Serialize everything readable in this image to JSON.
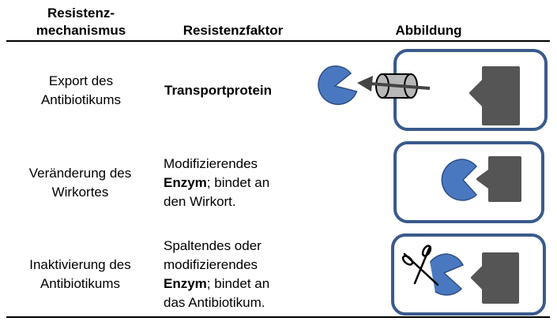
{
  "headers": {
    "mechanism_line1": "Resistenz-",
    "mechanism_line2": "mechanismus",
    "factor": "Resistenzfaktor",
    "figure": "Abbildung"
  },
  "rows": [
    {
      "mechanism_line1": "Export des",
      "mechanism_line2": "Antibiotikums",
      "factor_bold": "Transportprotein"
    },
    {
      "mechanism_line1": "Veränderung des",
      "mechanism_line2": "Wirkortes",
      "factor_line1": "Modifizierendes",
      "factor_bold": "Enzym",
      "factor_line2_rest": "; bindet an",
      "factor_line3": "den Wirkort."
    },
    {
      "mechanism_line1": "Inaktivierung des",
      "mechanism_line2": "Antibiotikums",
      "factor_line1": "Spaltendes oder",
      "factor_line2": "modifizierendes",
      "factor_bold": "Enzym",
      "factor_line3_rest": "; bindet an",
      "factor_line4": "das Antibiotikum."
    }
  ],
  "colors": {
    "cell_border": "#3a5a8c",
    "antibiotic_blue": "#4a78c0",
    "target_gray": "#555555",
    "transporter_gray": "#b8b8b8"
  },
  "icons": [
    "antibiotic-pacman-icon",
    "transporter-cylinder-icon",
    "target-site-icon",
    "scissors-icon"
  ]
}
